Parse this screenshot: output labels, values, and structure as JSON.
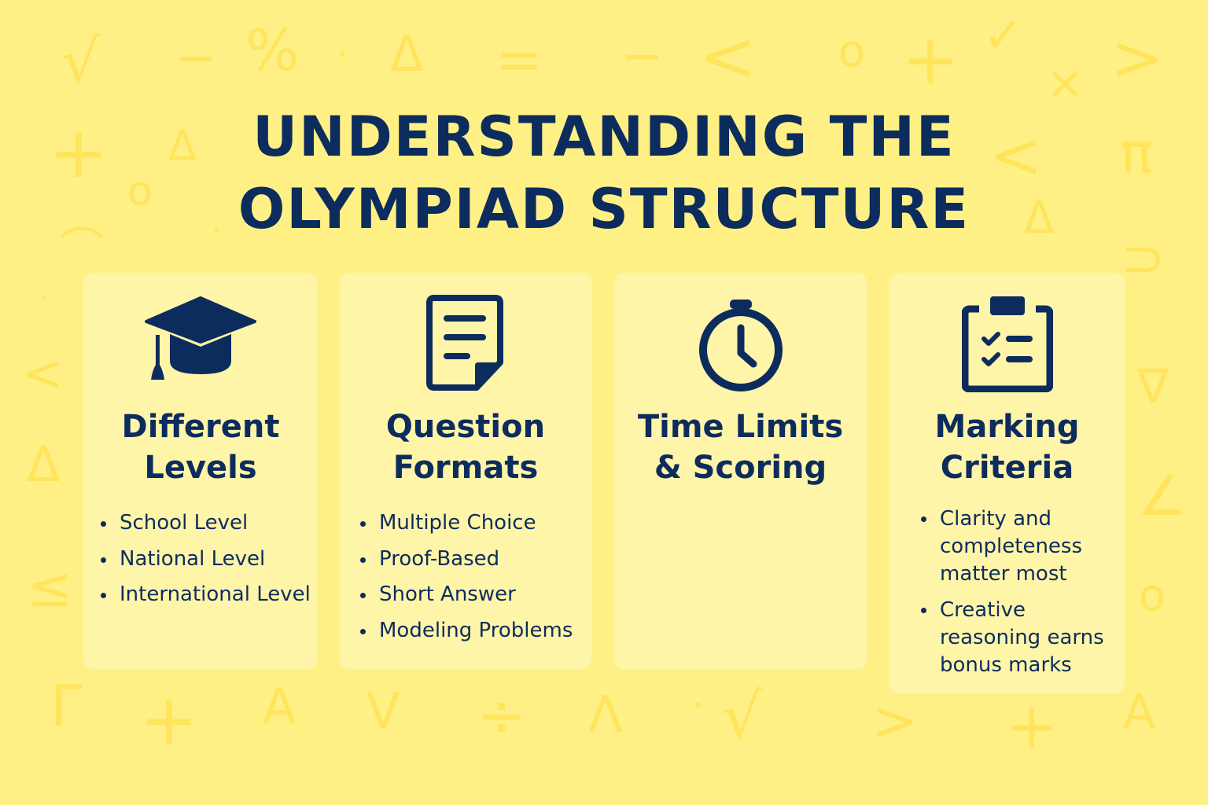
{
  "page": {
    "title_line1": "UNDERSTANDING THE",
    "title_line2": "OLYMPIAD STRUCTURE"
  },
  "colors": {
    "background": "#FFF085",
    "card": "#FFF5A8",
    "text": "#0D2C5E",
    "decor_symbols": "#FFE45C"
  },
  "cards": [
    {
      "icon": "graduation-cap-icon",
      "heading_line1": "Different",
      "heading_line2": "Levels",
      "items": [
        "School Level",
        "National Level",
        "International Level"
      ]
    },
    {
      "icon": "document-icon",
      "heading_line1": "Question",
      "heading_line2": "Formats",
      "items": [
        "Multiple Choice",
        "Proof-Based",
        "Short Answer",
        "Modeling Problems"
      ]
    },
    {
      "icon": "stopwatch-icon",
      "heading_line1": "Time Limits",
      "heading_line2": "& Scoring",
      "items": []
    },
    {
      "icon": "clipboard-checklist-icon",
      "heading_line1": "Marking",
      "heading_line2": "Criteria",
      "items": [
        "Clarity and completeness matter most",
        "Creative reasoning earns bonus marks"
      ]
    }
  ],
  "background_symbols": [
    "√",
    "−",
    "%",
    "·",
    "Δ",
    "=",
    "−",
    "<",
    "o",
    "+",
    "✓",
    "×",
    ">",
    "+",
    "Δ",
    "o",
    "<",
    "π",
    "Δ",
    "⌒",
    "·",
    "<",
    "Δ",
    "≤",
    "∇",
    "∠",
    "o",
    "Γ",
    "+",
    "A",
    "V",
    "÷",
    "Λ",
    "·",
    "√",
    ">",
    "+",
    "A"
  ]
}
